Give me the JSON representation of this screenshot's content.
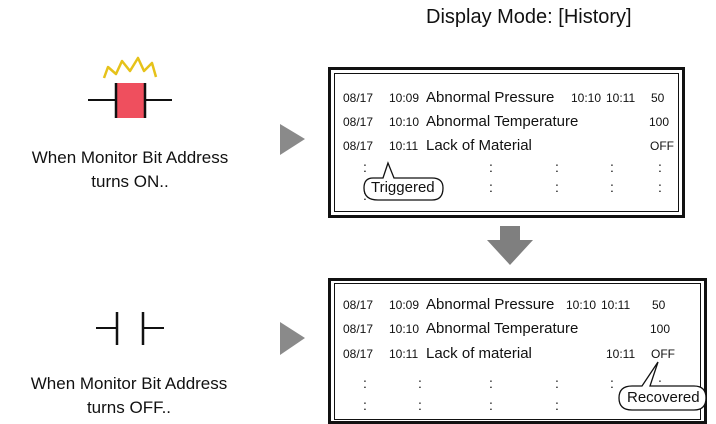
{
  "title": "Display Mode: [History]",
  "caption_on": [
    "When Monitor Bit Address",
    "turns ON.."
  ],
  "caption_off": [
    "When Monitor Bit Address",
    "turns OFF.."
  ],
  "table_on": [
    {
      "date": "08/17",
      "time": "10:09",
      "message": "Abnormal Pressure",
      "t1": "10:10",
      "t2": "10:11",
      "value": "50"
    },
    {
      "date": "08/17",
      "time": "10:10",
      "message": "Abnormal Temperature",
      "t1": "",
      "t2": "",
      "value": "100"
    },
    {
      "date": "08/17",
      "time": "10:11",
      "message": "Lack of Material",
      "t1": "",
      "t2": "",
      "value": "OFF"
    }
  ],
  "table_off": [
    {
      "date": "08/17",
      "time": "10:09",
      "message": "Abnormal Pressure",
      "t1": "10:10",
      "t2": "10:11",
      "value": "50"
    },
    {
      "date": "08/17",
      "time": "10:10",
      "message": "Abnormal Temperature",
      "t1": "",
      "t2": "",
      "value": "100"
    },
    {
      "date": "08/17",
      "time": "10:11",
      "message": "Lack of material",
      "t1": "",
      "t2": "10:11",
      "value": "OFF"
    }
  ],
  "callout_triggered": "Triggered",
  "callout_recovered": "Recovered",
  "colors": {
    "lamp": "#ef4f5e",
    "arrow": "#8a8a8a",
    "spark": "#e6c21a"
  }
}
